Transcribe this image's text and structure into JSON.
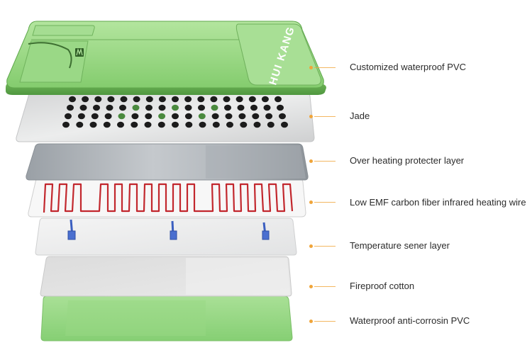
{
  "brand_text": "HUI KANG",
  "accent_color": "#f0a53a",
  "layers": [
    {
      "label": "Customized waterproof PVC"
    },
    {
      "label": "Jade"
    },
    {
      "label": "Over heating protecter layer"
    },
    {
      "label": "Low EMF carbon fiber infrared heating wire"
    },
    {
      "label": "Temperature sener layer"
    },
    {
      "label": "Fireproof cotton"
    },
    {
      "label": "Waterproof anti-corrosin PVC"
    }
  ]
}
